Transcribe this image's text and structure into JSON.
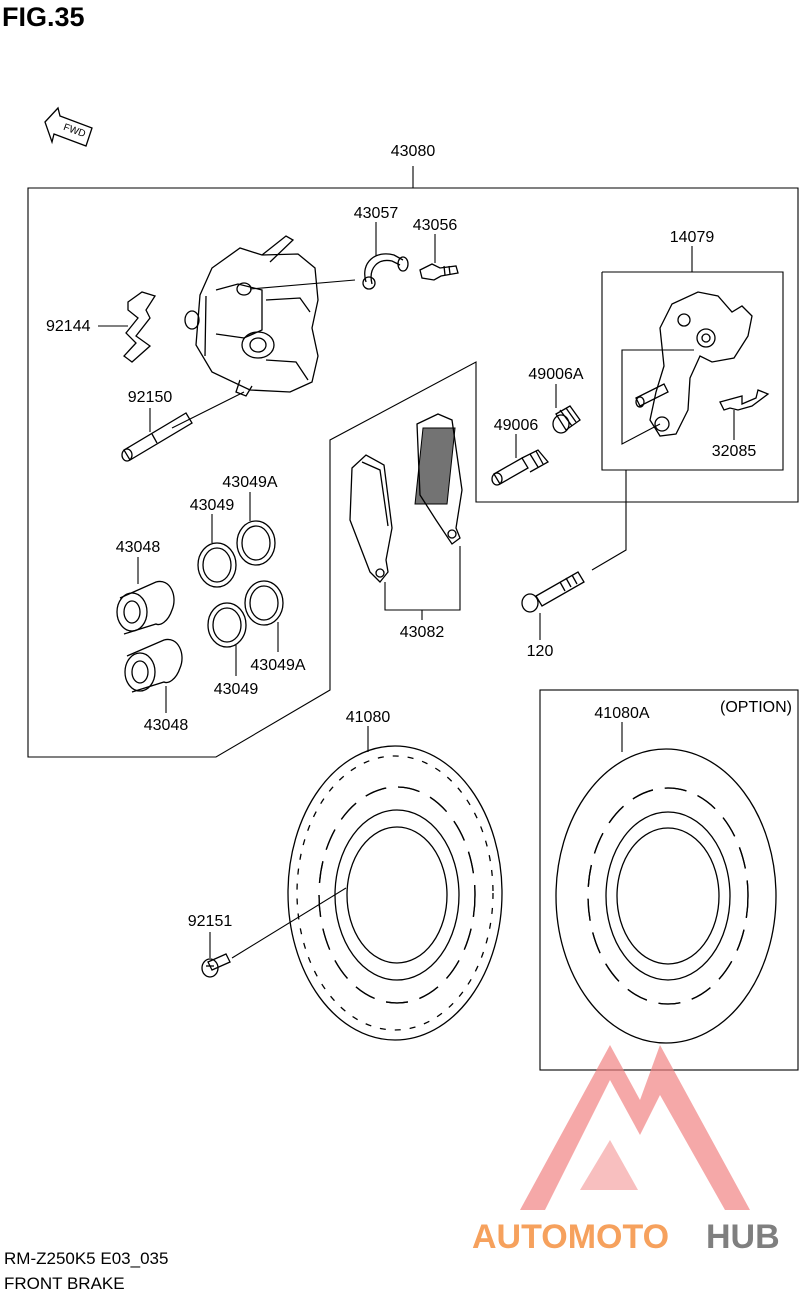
{
  "figure": {
    "title": "FIG.35"
  },
  "footer": {
    "model_code": "RM-Z250K5 E03_035",
    "section_name": "FRONT BRAKE"
  },
  "fwd_arrow": {
    "label": "FWD"
  },
  "option_box": {
    "label": "(OPTION)"
  },
  "parts": {
    "caliper_assy": "43080",
    "bleeder_cap": "43057",
    "bleeder_valve": "43056",
    "pad_spring": "92144",
    "pad_pin": "92150",
    "seal_upper": "43049A",
    "seal_lower": "43049A",
    "dust_seal_upper": "43049",
    "dust_seal_lower": "43049",
    "piston_upper": "43048",
    "piston_lower": "43048",
    "brake_pads": "43082",
    "bracket": "14079",
    "boot_a": "49006A",
    "boot": "49006",
    "bracket_spring": "32085",
    "bolt": "120",
    "disc": "41080",
    "disc_option": "41080A",
    "disc_screw": "92151"
  },
  "watermark": {
    "brand_a": "AUTOMOTO",
    "brand_b": "HUB",
    "color_a": "#f6a15d",
    "color_b": "#7f7f7f",
    "logo_color": "#f08080"
  }
}
